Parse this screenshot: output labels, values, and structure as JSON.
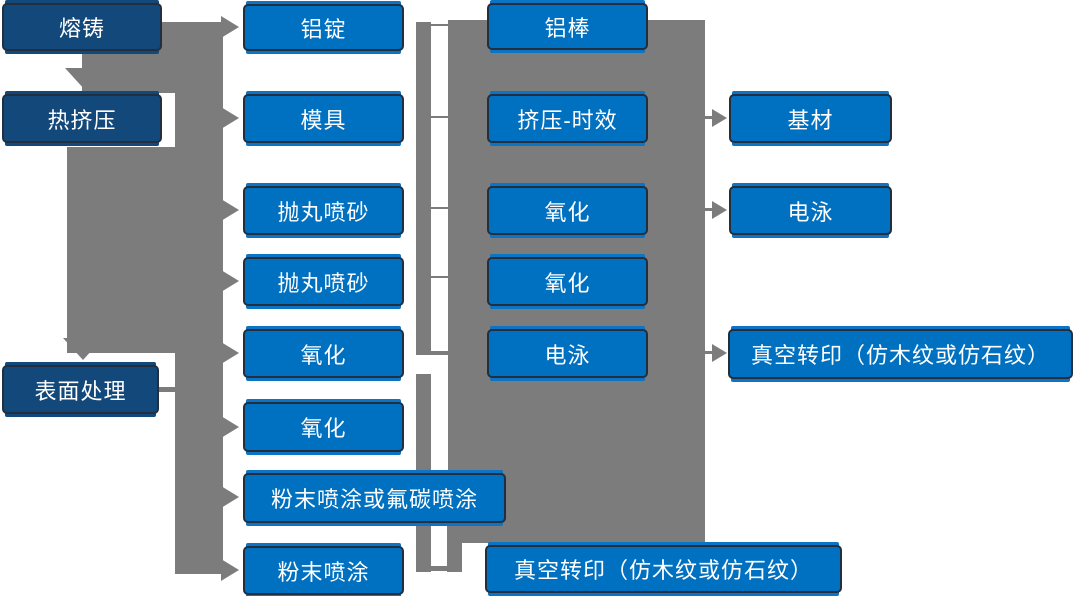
{
  "diagram": {
    "type": "flowchart",
    "language": "zh-CN",
    "background": "#ffffff",
    "colors": {
      "node_fill_bright": "#0070c0",
      "node_fill_dark": "#12487a",
      "node_border": "#232f3e",
      "node_text": "#ffffff",
      "connector_gray": "#7c7c7c"
    },
    "nodes": [
      {
        "id": "melt-casting",
        "label": "熔铸"
      },
      {
        "id": "hot-extrusion",
        "label": "热挤压"
      },
      {
        "id": "surface-treatment",
        "label": "表面处理"
      },
      {
        "id": "aluminum-ingot",
        "label": "铝锭"
      },
      {
        "id": "mold",
        "label": "模具"
      },
      {
        "id": "shot-blasting-1",
        "label": "抛丸喷砂"
      },
      {
        "id": "shot-blasting-2",
        "label": "抛丸喷砂"
      },
      {
        "id": "oxidation-1",
        "label": "氧化"
      },
      {
        "id": "oxidation-2",
        "label": "氧化"
      },
      {
        "id": "powder-or-fluorocarbon-coating",
        "label": "粉末喷涂或氟碳喷涂"
      },
      {
        "id": "powder-coating",
        "label": "粉末喷涂"
      },
      {
        "id": "aluminum-rod",
        "label": "铝棒"
      },
      {
        "id": "extrusion-aging",
        "label": "挤压-时效"
      },
      {
        "id": "oxidation-3",
        "label": "氧化"
      },
      {
        "id": "oxidation-4",
        "label": "氧化"
      },
      {
        "id": "electrophoresis-1",
        "label": "电泳"
      },
      {
        "id": "vacuum-transfer-printing-1",
        "label": "真空转印（仿木纹或仿石纹）"
      },
      {
        "id": "base-material",
        "label": "基材"
      },
      {
        "id": "electrophoresis-2",
        "label": "电泳"
      },
      {
        "id": "vacuum-transfer-printing-2",
        "label": "真空转印（仿木纹或仿石纹）"
      }
    ],
    "edges": [
      {
        "from": "melt-casting",
        "to": "hot-extrusion",
        "style": "thick-gray-down-arrow"
      },
      {
        "from": "hot-extrusion",
        "to": "surface-treatment",
        "style": "thick-gray-down-arrow"
      },
      {
        "from": "left-trunk",
        "to": "aluminum-ingot",
        "style": "gray-right-arrow"
      },
      {
        "from": "left-trunk",
        "to": "mold",
        "style": "gray-right-arrow"
      },
      {
        "from": "left-trunk",
        "to": "shot-blasting-1",
        "style": "gray-right-arrow"
      },
      {
        "from": "left-trunk",
        "to": "shot-blasting-2",
        "style": "gray-right-arrow"
      },
      {
        "from": "left-trunk",
        "to": "oxidation-1",
        "style": "gray-right-arrow"
      },
      {
        "from": "left-trunk",
        "to": "oxidation-2",
        "style": "gray-right-arrow"
      },
      {
        "from": "left-trunk",
        "to": "powder-or-fluorocarbon-coating",
        "style": "gray-right-arrow"
      },
      {
        "from": "left-trunk",
        "to": "powder-coating",
        "style": "gray-right-arrow"
      },
      {
        "from": "surface-treatment",
        "to": "left-trunk",
        "style": "gray-stub"
      },
      {
        "from": "column2-bar",
        "to": "center-block",
        "style": "thin-gray-links"
      },
      {
        "from": "center-block",
        "to": "base-material",
        "style": "gray-right-arrow"
      },
      {
        "from": "center-block",
        "to": "electrophoresis-2",
        "style": "gray-right-arrow"
      },
      {
        "from": "center-block",
        "to": "vacuum-transfer-printing-2",
        "style": "gray-right-arrow"
      },
      {
        "from": "center-block",
        "to": "vacuum-transfer-printing-1",
        "style": "direct-touch"
      }
    ]
  }
}
